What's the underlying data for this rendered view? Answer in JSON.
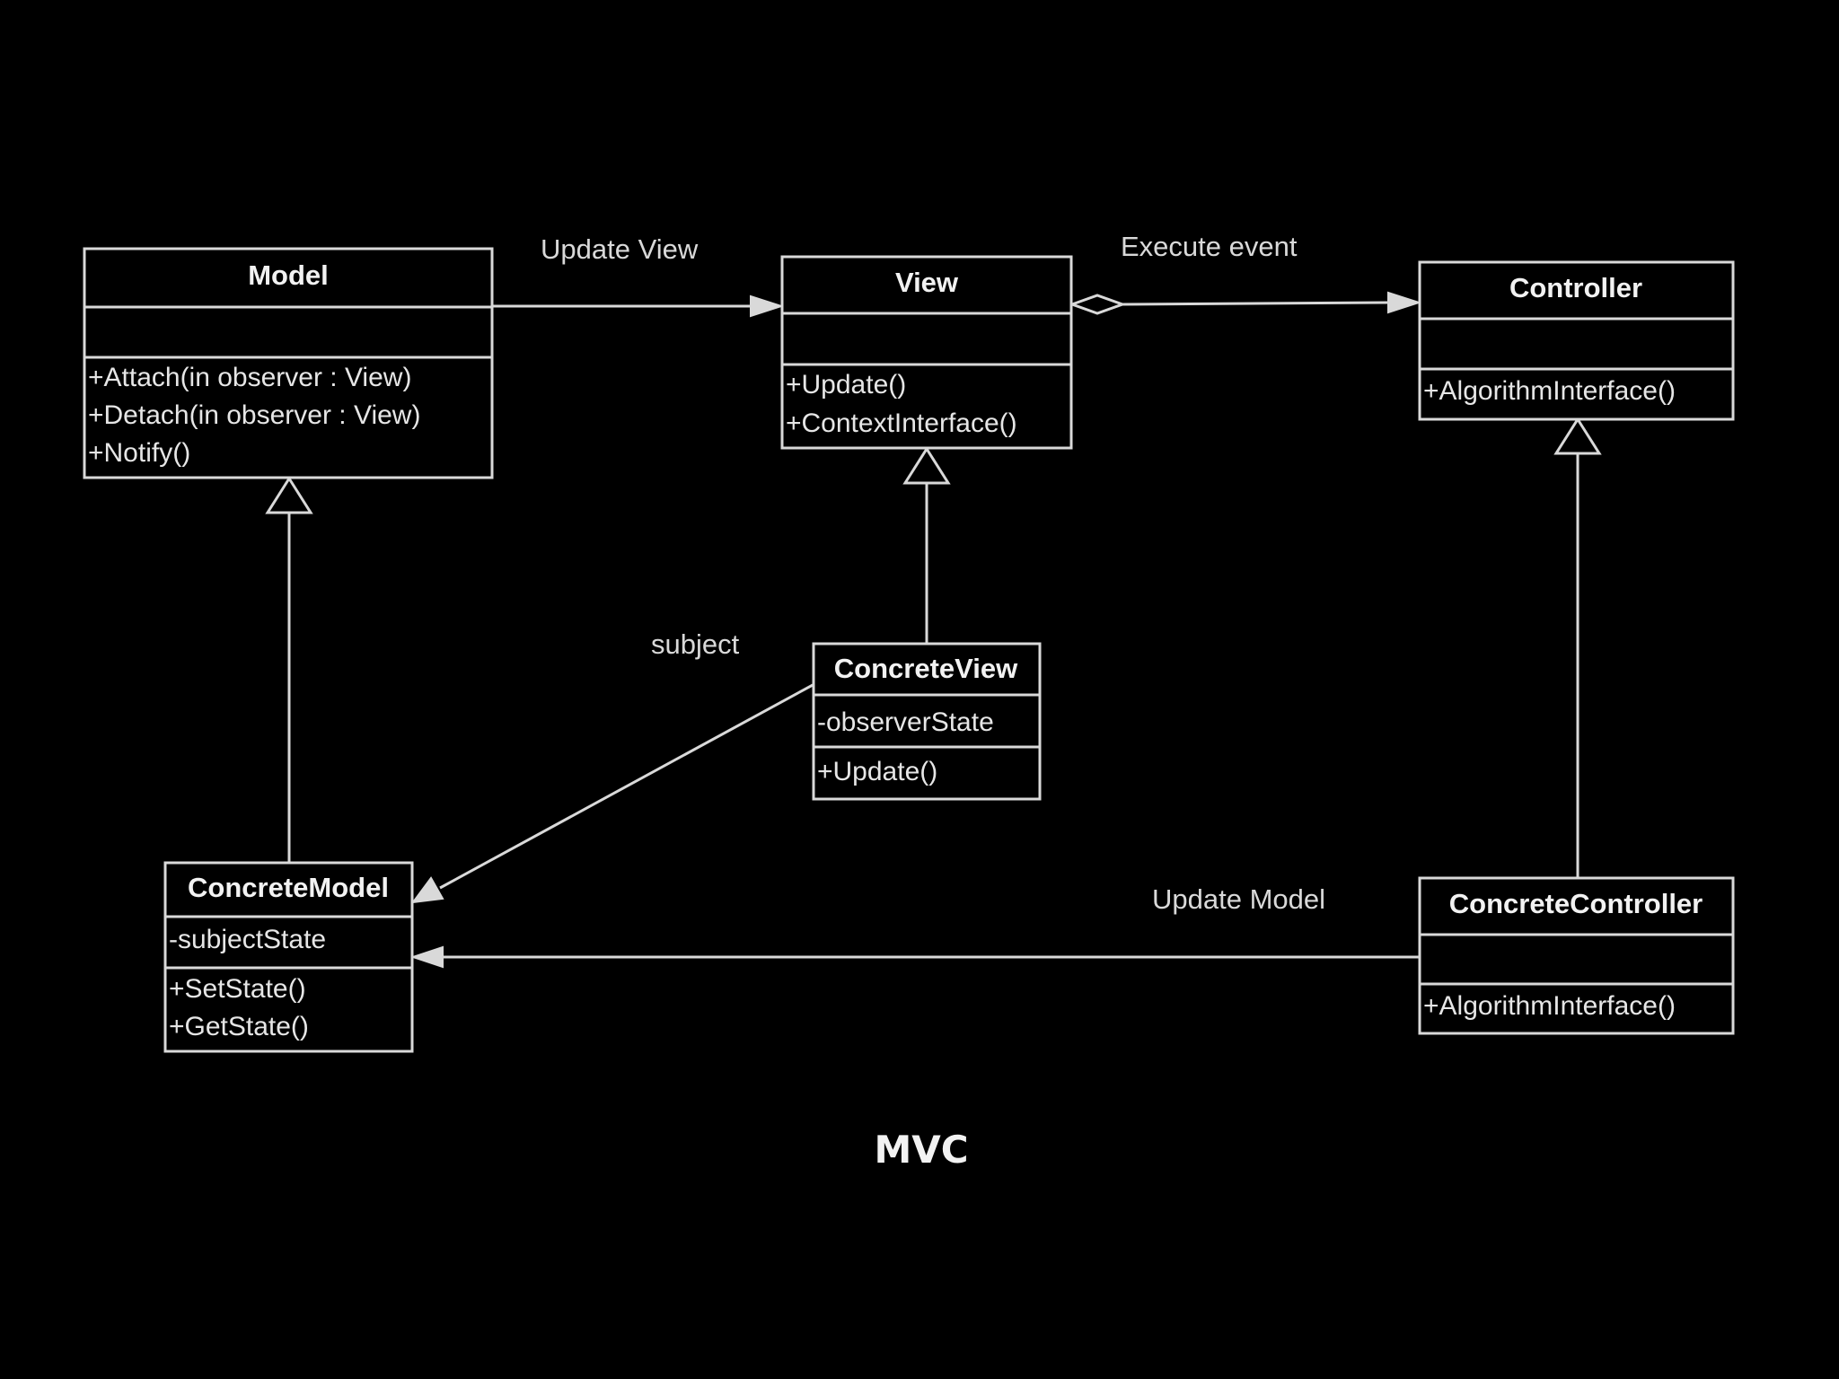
{
  "diagram": {
    "caption": "MVC",
    "classes": {
      "model": {
        "name": "Model",
        "attributes": [],
        "operations": [
          "+Attach(in observer : View)",
          "+Detach(in observer : View)",
          "+Notify()"
        ]
      },
      "view": {
        "name": "View",
        "attributes": [],
        "operations": [
          "+Update()",
          "+ContextInterface()"
        ]
      },
      "controller": {
        "name": "Controller",
        "attributes": [],
        "operations": [
          "+AlgorithmInterface()"
        ]
      },
      "concrete_view": {
        "name": "ConcreteView",
        "attributes": [
          "-observerState"
        ],
        "operations": [
          "+Update()"
        ]
      },
      "concrete_model": {
        "name": "ConcreteModel",
        "attributes": [
          "-subjectState"
        ],
        "operations": [
          "+SetState()",
          "+GetState()"
        ]
      },
      "concrete_controller": {
        "name": "ConcreteController",
        "attributes": [],
        "operations": [
          "+AlgorithmInterface()"
        ]
      }
    },
    "relations": {
      "update_view": "Update View",
      "execute_event": "Execute event",
      "subject": "subject",
      "update_model": "Update Model"
    },
    "colors": {
      "background": "#000000",
      "stroke": "#d9d9d9",
      "text": "#e6e6e6"
    }
  }
}
